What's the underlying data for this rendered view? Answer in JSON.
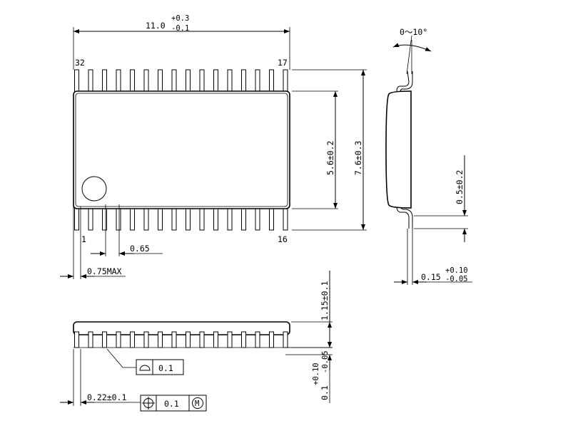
{
  "top_view": {
    "width_dim": {
      "nominal": "11.0",
      "tol_plus": "+0.3",
      "tol_minus": "-0.1"
    },
    "pin_32": "32",
    "pin_17": "17",
    "pin_1": "1",
    "pin_16": "16",
    "pitch": "0.65",
    "end_pitch": "0.75MAX",
    "body_height": "5.6±0.2",
    "overall_height": "7.6±0.3"
  },
  "side_view": {
    "angle": "0〜10°",
    "foot_length": "0.5±0.2",
    "lead_thickness": {
      "nominal": "0.15",
      "tol_plus": "+0.10",
      "tol_minus": "-0.05"
    }
  },
  "front_view": {
    "height": "1.15±0.1",
    "standoff": {
      "nominal": "0.1",
      "tol_plus": "+0.10",
      "tol_minus": "-0.05"
    },
    "coplanarity": "0.1",
    "lead_width": "0.22±0.1",
    "position_tolerance": "0.1",
    "modifier": "M"
  }
}
